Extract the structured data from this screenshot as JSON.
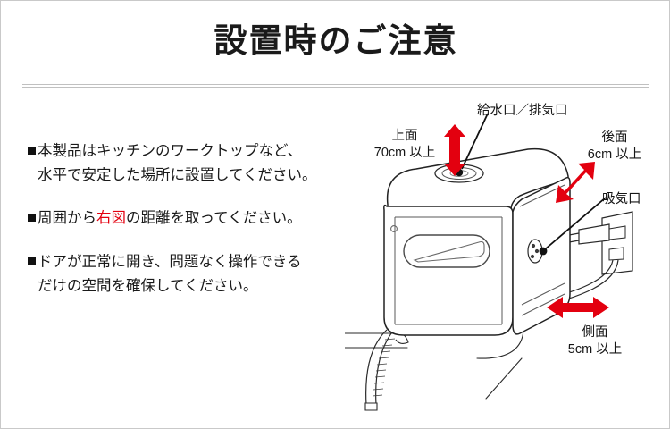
{
  "page": {
    "title": "設置時のご注意",
    "accent_red": "#e3000f",
    "text_color": "#1a1a1a",
    "background": "#ffffff",
    "border_color": "#c9c9c9"
  },
  "notes": [
    {
      "marker": "■",
      "line1": "本製品はキッチンのワークトップなど、",
      "line2": "水平で安定した場所に設置してください。"
    },
    {
      "marker": "■",
      "pre": "周囲から",
      "highlight": "右図",
      "post": "の距離を取ってください。"
    },
    {
      "marker": "■",
      "line1": "ドアが正常に開き、問題なく操作できる",
      "line2": "だけの空間を確保してください。"
    }
  ],
  "diagram": {
    "labels": {
      "top_clearance": {
        "name": "上面",
        "value": "70cm 以上"
      },
      "supply_exhaust": {
        "name": "給水口／排気口"
      },
      "rear_clearance": {
        "name": "後面",
        "value": "6cm 以上"
      },
      "air_intake": {
        "name": "吸気口"
      },
      "side_clearance": {
        "name": "側面",
        "value": "5cm 以上"
      }
    },
    "arrows": {
      "top": {
        "direction": "vertical-double",
        "color": "#e3000f"
      },
      "rear": {
        "direction": "diagonal-double",
        "color": "#e3000f"
      },
      "side": {
        "direction": "horizontal-double",
        "color": "#e3000f"
      }
    },
    "appliance": "countertop-dishwasher",
    "line_color": "#222222"
  }
}
